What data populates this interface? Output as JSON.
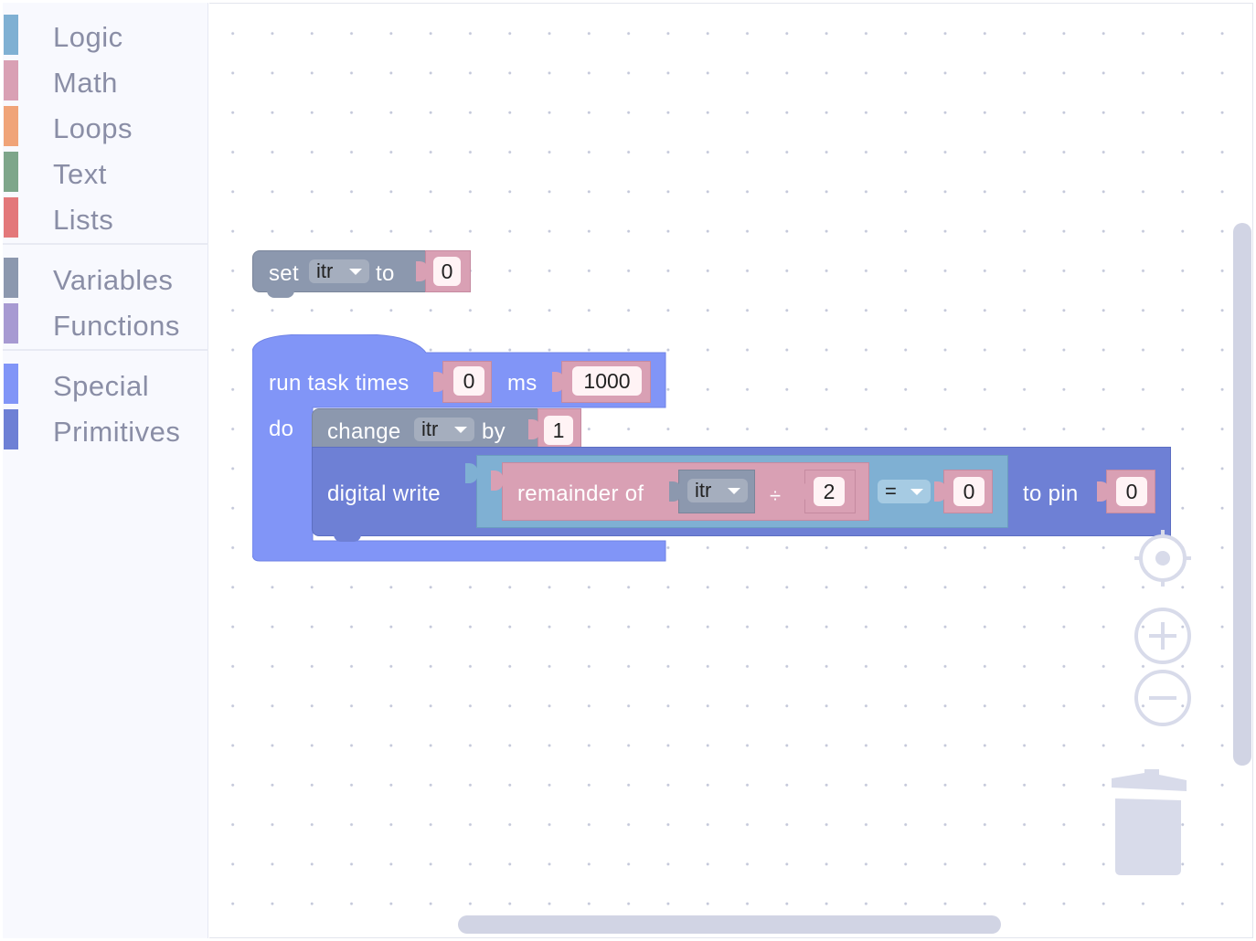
{
  "toolbox": {
    "categories": [
      {
        "label": "Logic",
        "color": "#7fb0d3"
      },
      {
        "label": "Math",
        "color": "#d9a0b4"
      },
      {
        "label": "Loops",
        "color": "#f0a478"
      },
      {
        "label": "Text",
        "color": "#7ea68a"
      },
      {
        "label": "Lists",
        "color": "#e3787a"
      },
      {
        "label": "Variables",
        "color": "#8c98ae"
      },
      {
        "label": "Functions",
        "color": "#a79ad2"
      },
      {
        "label": "Special",
        "color": "#8195f7"
      },
      {
        "label": "Primitives",
        "color": "#6e80d5"
      }
    ]
  },
  "blocks": {
    "set_var": {
      "set_label": "set",
      "variable": "itr",
      "to_label": "to",
      "value": "0"
    },
    "run_task": {
      "label": "run task times",
      "times_value": "0",
      "ms_label": "ms",
      "ms_value": "1000",
      "do_label": "do"
    },
    "change_var": {
      "label": "change",
      "variable": "itr",
      "by_label": "by",
      "value": "1"
    },
    "digital_write": {
      "label": "digital write",
      "to_pin_label": "to pin",
      "pin_value": "0"
    },
    "remainder": {
      "label": "remainder of",
      "variable": "itr",
      "op": "÷",
      "divisor": "2"
    },
    "compare": {
      "op": "=",
      "value": "0"
    }
  },
  "colors": {
    "variables": "#8c98ae",
    "math": "#d9a0b4",
    "logic": "#7fb0d3",
    "special": "#8195f7",
    "primitives": "#6e80d5",
    "controls": "#d1d4e4"
  },
  "icons": {
    "recenter": "crosshair-icon",
    "zoom_in": "zoom-in-icon",
    "zoom_out": "zoom-out-icon",
    "trash": "trash-icon"
  }
}
